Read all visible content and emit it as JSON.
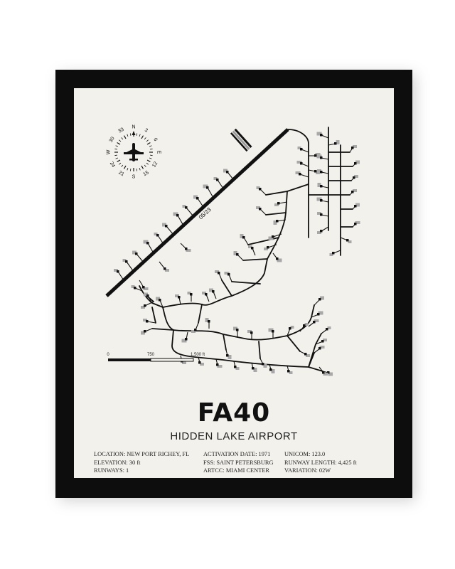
{
  "poster": {
    "code": "FA40",
    "name": "HIDDEN LAKE AIRPORT",
    "runway_label": "05/23",
    "scale": {
      "labels": [
        "0",
        "750",
        "1,500 ft"
      ]
    },
    "compass": {
      "cardinals": [
        "N",
        "E",
        "S",
        "W"
      ],
      "numbers": [
        "3",
        "6",
        "12",
        "15",
        "21",
        "24",
        "30",
        "33"
      ]
    },
    "info": {
      "col1": [
        "LOCATION: NEW PORT RICHEY, FL",
        "ELEVATION: 30 ft",
        "RUNWAYS: 1"
      ],
      "col2": [
        "ACTIVATION DATE: 1971",
        "FSS: SAINT PETERSBURG",
        "ARTCC: MIAMI CENTER"
      ],
      "col3": [
        "UNICOM: 123.0",
        "RUNWAY LENGTH: 4,425 ft",
        "VARIATION: 02W"
      ]
    },
    "colors": {
      "frame": "#0d0d0d",
      "paper": "#f3f1ec",
      "ink": "#111111",
      "building": "#a8a8a8"
    }
  }
}
